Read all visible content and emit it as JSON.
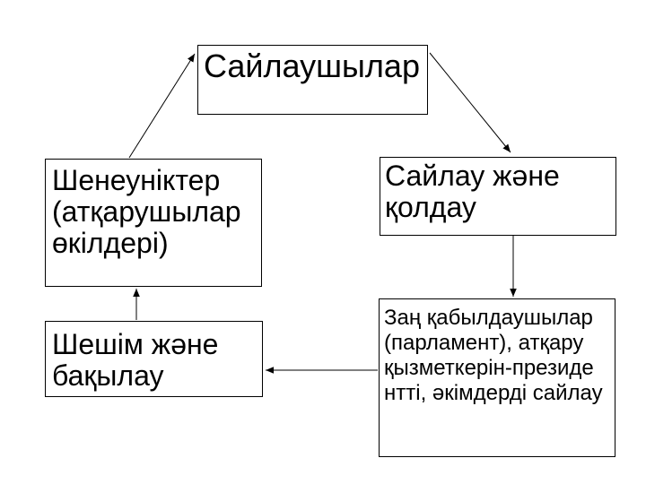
{
  "slide": {
    "background_color": "#ffffff",
    "border_color": "#000000",
    "text_color": "#000000",
    "nodes": {
      "voters": {
        "label": "Сайлаушылар"
      },
      "officials": {
        "label": "Шенеуніктер\n(атқарушылар\nөкілдері)"
      },
      "election_support": {
        "label": "Сайлау және\nқолдау"
      },
      "decision_control": {
        "label": "Шешім және\nбақылау"
      },
      "lawmakers": {
        "label": "Заң қабылдаушылар\n(парламент), атқару\nқызметкерін-президе\nнтті, әкімдерді сайлау"
      }
    },
    "edges": [
      {
        "from": "officials",
        "to": "voters"
      },
      {
        "from": "voters",
        "to": "election_support"
      },
      {
        "from": "election_support",
        "to": "lawmakers"
      },
      {
        "from": "lawmakers",
        "to": "decision_control"
      },
      {
        "from": "decision_control",
        "to": "officials"
      }
    ]
  }
}
